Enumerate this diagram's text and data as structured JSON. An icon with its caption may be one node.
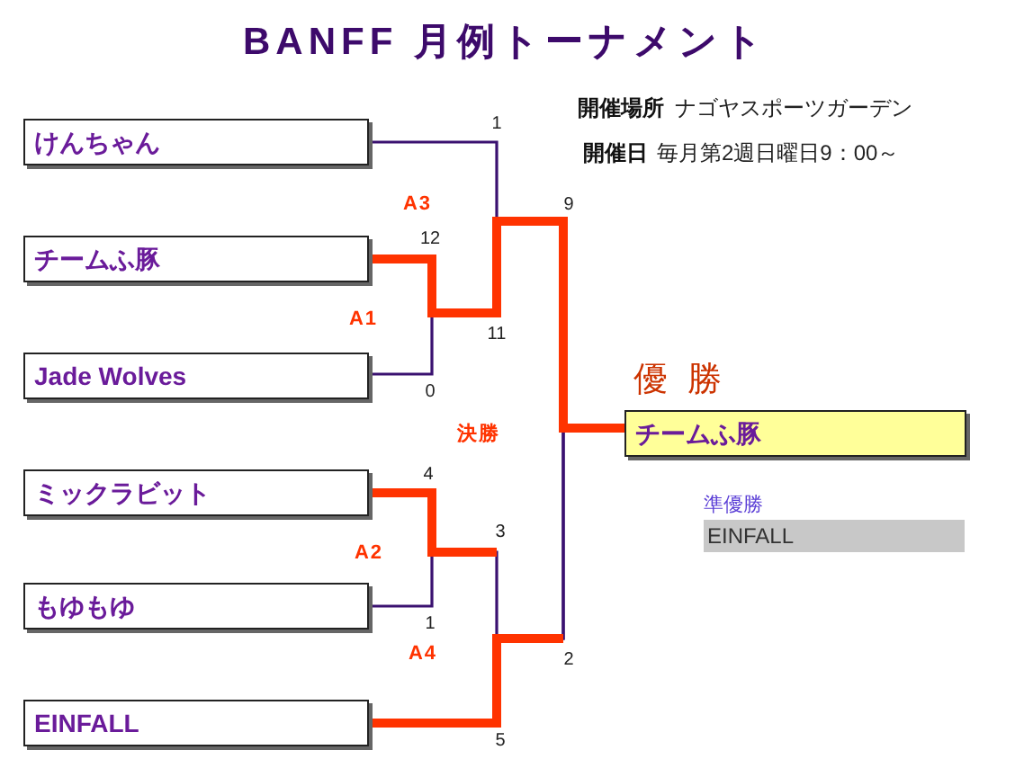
{
  "diagram": {
    "title": "BANFF 月例トーナメント",
    "nodes": [
      {
        "text": [
          "けんちゃん"
        ]
      },
      {
        "text": [
          "チームふ豚"
        ]
      },
      {
        "text": [
          "Jade Wolves"
        ]
      },
      {
        "text": [
          "ミックラビット"
        ]
      },
      {
        "text": [
          "もゆもゆ"
        ]
      },
      {
        "text": [
          "EINFALL"
        ]
      },
      {
        "text": [
          "優勝",
          "チームふ豚"
        ]
      },
      {
        "text": [
          "準優勝",
          "EINFALL"
        ]
      }
    ],
    "edges": [
      {
        "from": 0,
        "to": 6,
        "arrow": "none"
      },
      {
        "from": 1,
        "to": 6,
        "arrow": "none",
        "style": "thick",
        "color": "#ff3300"
      },
      {
        "from": 2,
        "to": 6,
        "arrow": "none"
      },
      {
        "from": 3,
        "to": 6,
        "arrow": "none"
      },
      {
        "from": 4,
        "to": 6,
        "arrow": "none"
      },
      {
        "from": 5,
        "to": 6,
        "arrow": "none"
      }
    ],
    "labels": [
      "開催場所",
      "ナゴヤスポーツガーデン",
      "開催日",
      "毎月第2週日曜日9：00～",
      "1",
      "A3",
      "9",
      "12",
      "A1",
      "11",
      "0",
      "決勝",
      "4",
      "3",
      "A2",
      "1",
      "A4",
      "2",
      "5"
    ]
  }
}
